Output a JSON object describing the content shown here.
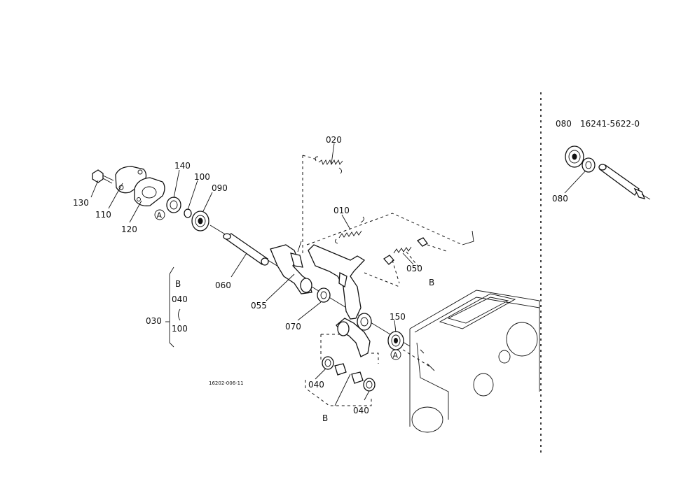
{
  "callouts": {
    "p020": "020",
    "p010": "010",
    "p130": "130",
    "p110": "110",
    "p120": "120",
    "p140": "140",
    "p100": "100",
    "p090": "090",
    "p060": "060",
    "p055": "055",
    "p070": "070",
    "p050": "050",
    "pB1": "B",
    "p150": "150",
    "p040a": "040",
    "p040b": "040",
    "pB2": "B",
    "refA1": "A",
    "refA2": "A"
  },
  "group_030": {
    "label": "030",
    "line1": "B",
    "line2": "040",
    "line3": "100"
  },
  "drawing_code": "16202-006-11",
  "side_panel": {
    "ref_num": "080",
    "part_number": "16241-5622-0",
    "callout": "080"
  }
}
